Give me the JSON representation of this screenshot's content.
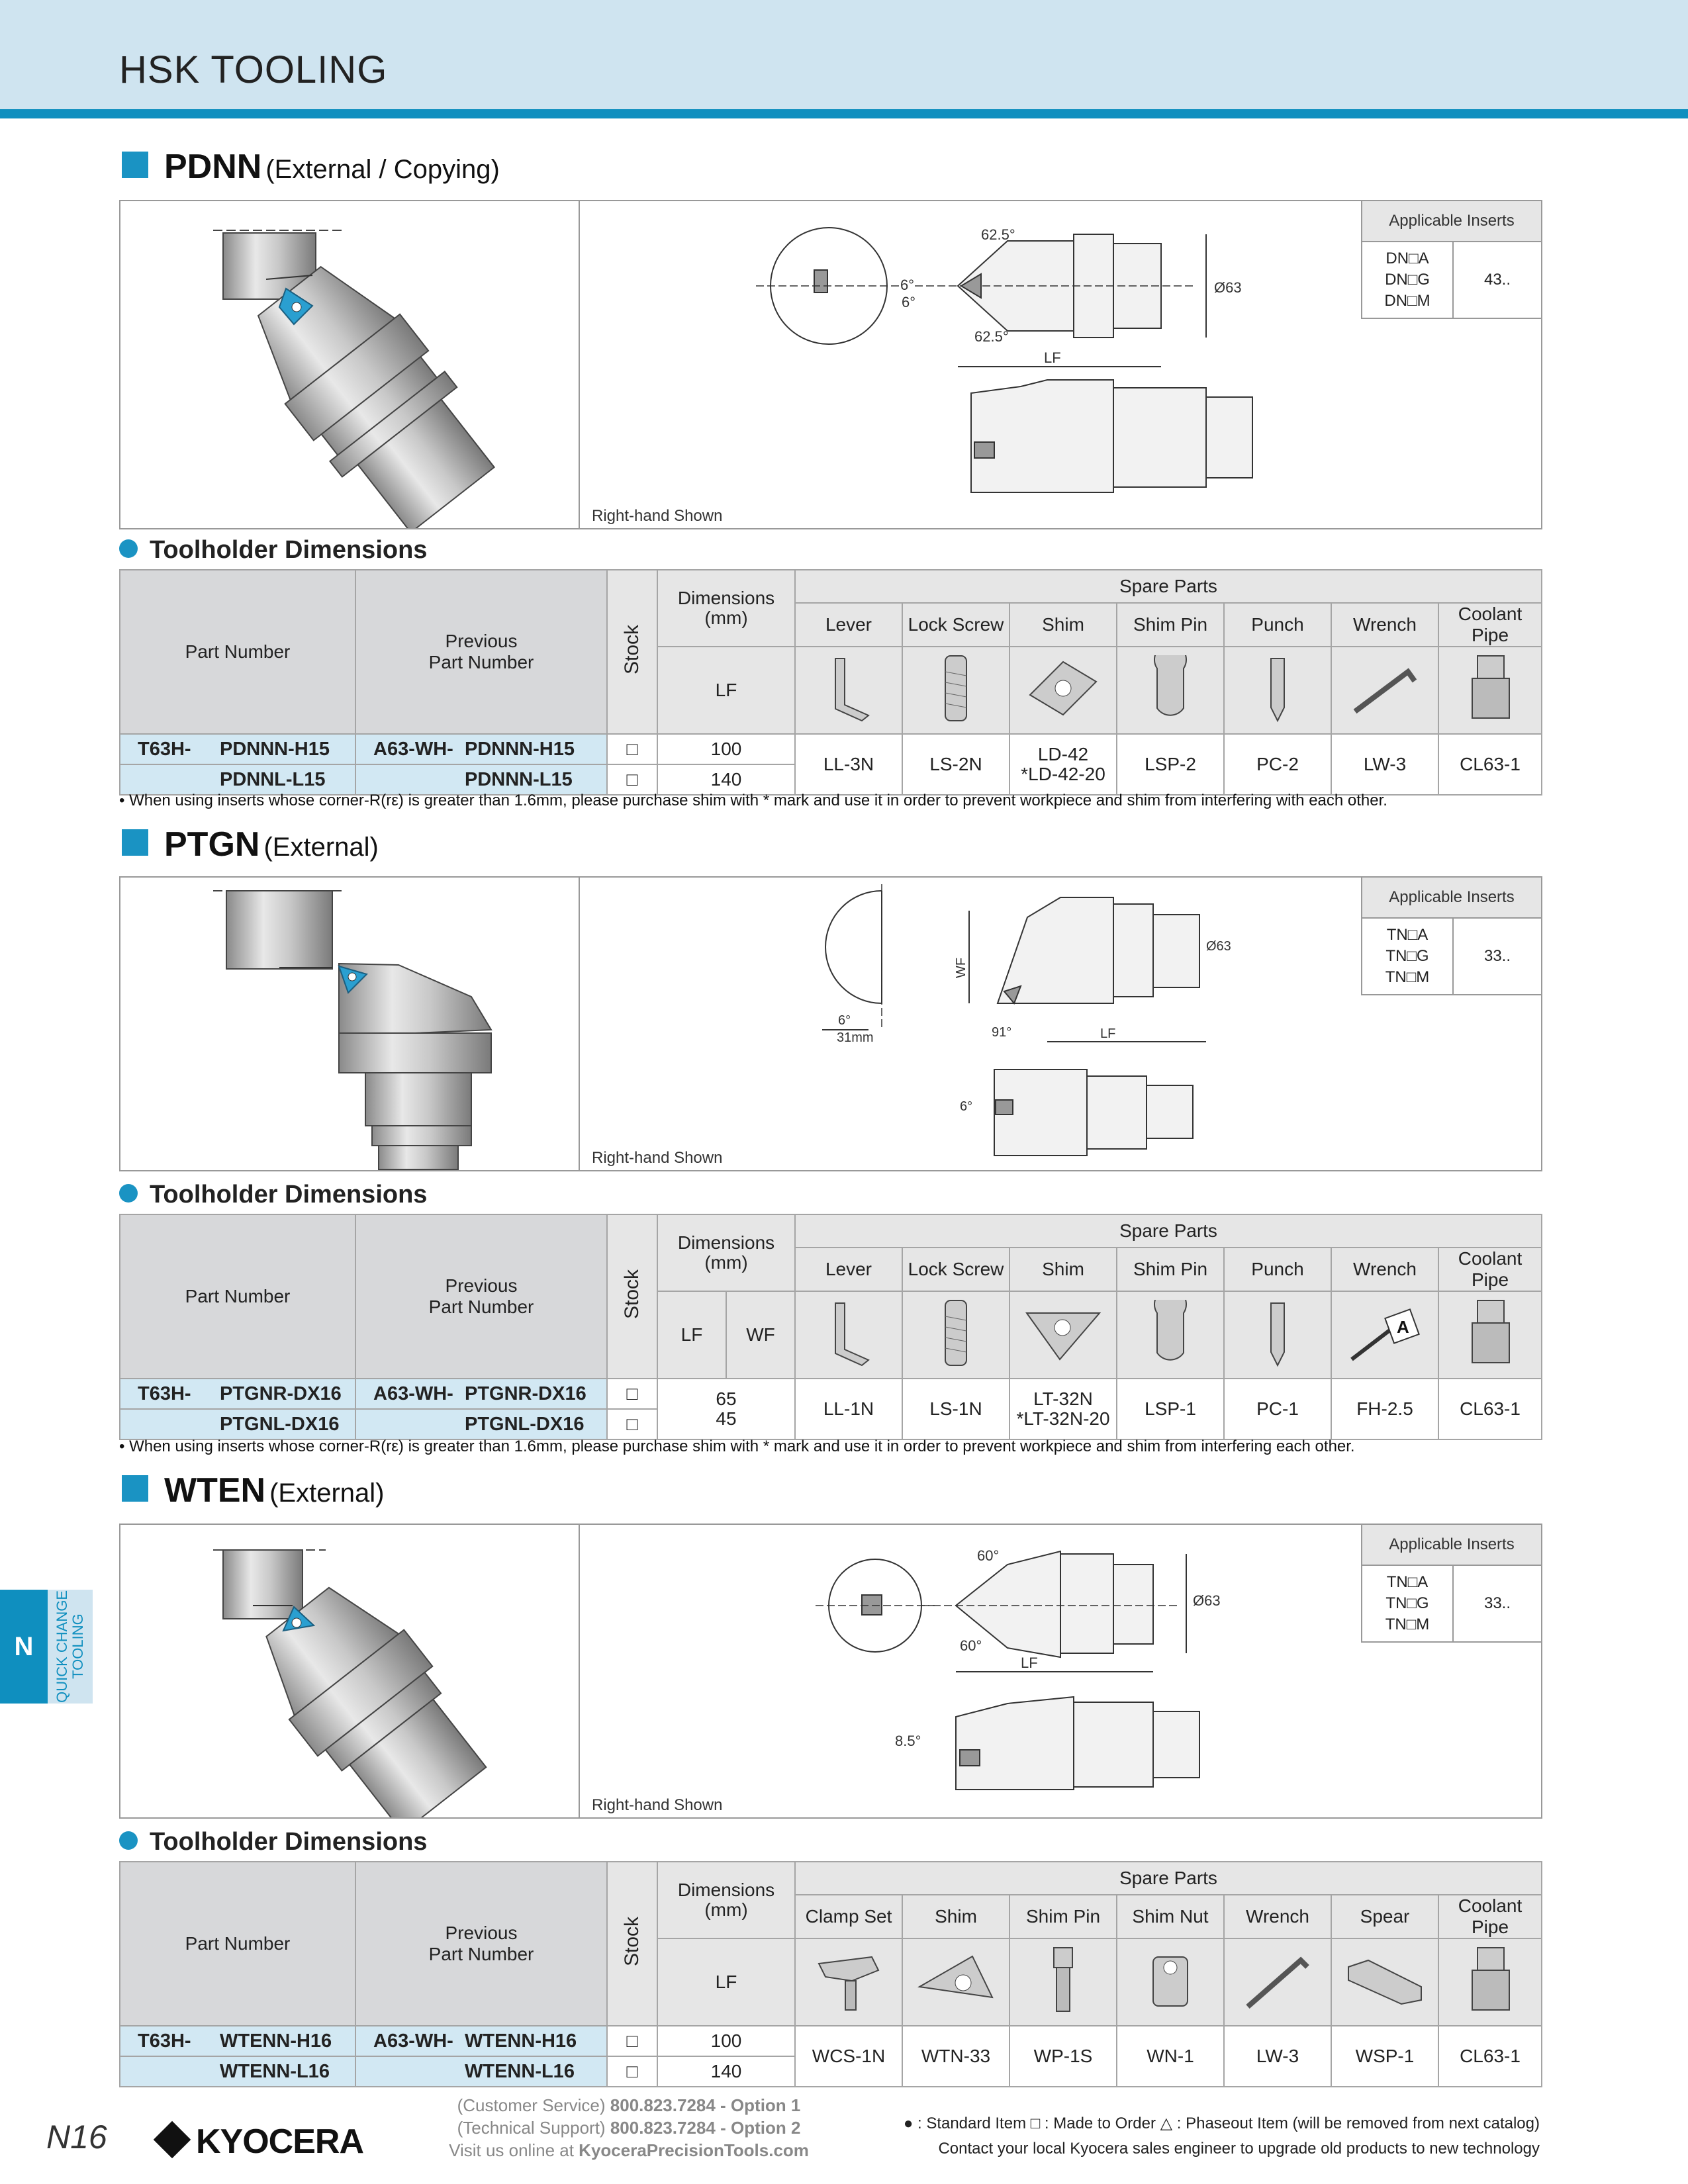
{
  "header": {
    "title": "HSK TOOLING"
  },
  "side_tab": {
    "letter": "N",
    "label_line1": "QUICK CHANGE",
    "label_line2": "TOOLING"
  },
  "common": {
    "right_hand_shown": "Right-hand Shown",
    "toolholder_dimensions": "Toolholder Dimensions",
    "applicable_inserts": "Applicable Inserts",
    "part_number": "Part Number",
    "previous_line1": "Previous",
    "previous_line2": "Part Number",
    "stock": "Stock",
    "dimensions_line1": "Dimensions",
    "dimensions_line2": "(mm)",
    "spare_parts": "Spare Parts",
    "made_to_order_mark": "□"
  },
  "sections": [
    {
      "code": "PDNN",
      "subtitle": "(External / Copying)",
      "inserts": {
        "codes": [
          "DN□A",
          "DN□G",
          "DN□M"
        ],
        "value": "43.."
      },
      "drawing_labels": {
        "angle_top": "62.5°",
        "angle_bottom": "62.5°",
        "angle_side1": "6°",
        "angle_side2": "6°",
        "dia": "Ø63",
        "lf": "LF"
      },
      "dim_cols": [
        "LF"
      ],
      "spare_cols": [
        "Lever",
        "Lock Screw",
        "Shim",
        "Shim Pin",
        "Punch",
        "Wrench",
        "Coolant Pipe"
      ],
      "rows": [
        {
          "prefix": "T63H-",
          "part": "PDNNN-H15",
          "prev_prefix": "A63-WH-",
          "prev": "PDNNN-H15",
          "dims": [
            "100"
          ]
        },
        {
          "prefix": "",
          "part": "PDNNL-L15",
          "prev_prefix": "",
          "prev": "PDNNN-L15",
          "dims": [
            "140"
          ]
        }
      ],
      "spare": {
        "c0": "LL-3N",
        "c1": "LS-2N",
        "c2a": "LD-42",
        "c2b": "*LD-42-20",
        "c3": "LSP-2",
        "c4": "PC-2",
        "c5": "LW-3",
        "c6": "CL63-1"
      },
      "note": "• When using inserts whose corner-R(rε) is greater than 1.6mm, please purchase shim with * mark and use it in order to prevent workpiece and shim from interfering with each other."
    },
    {
      "code": "PTGN",
      "subtitle": "(External)",
      "inserts": {
        "codes": [
          "TN□A",
          "TN□G",
          "TN□M"
        ],
        "value": "33.."
      },
      "drawing_labels": {
        "angle_a": "6°",
        "width": "31mm",
        "wf": "WF",
        "angle_b": "91°",
        "dia": "Ø63",
        "lf": "LF",
        "angle_c": "6°"
      },
      "dim_cols": [
        "LF",
        "WF"
      ],
      "spare_cols": [
        "Lever",
        "Lock Screw",
        "Shim",
        "Shim Pin",
        "Punch",
        "Wrench",
        "Coolant Pipe"
      ],
      "rows": [
        {
          "prefix": "T63H-",
          "part": "PTGNR-DX16",
          "prev_prefix": "A63-WH-",
          "prev": "PTGNR-DX16"
        },
        {
          "prefix": "",
          "part": "PTGNL-DX16",
          "prev_prefix": "",
          "prev": "PTGNL-DX16"
        }
      ],
      "dims_merged": {
        "lf": "65",
        "wf": "45"
      },
      "spare": {
        "c0": "LL-1N",
        "c1": "LS-1N",
        "c2a": "LT-32N",
        "c2b": "*LT-32N-20",
        "c3": "LSP-1",
        "c4": "PC-1",
        "c5": "FH-2.5",
        "c6": "CL63-1"
      },
      "wrench_letter": "A",
      "note": "• When using inserts whose corner-R(rε) is greater than 1.6mm, please purchase shim with * mark and use it in order to prevent workpiece and shim from interfering each other."
    },
    {
      "code": "WTEN",
      "subtitle": "(External)",
      "inserts": {
        "codes": [
          "TN□A",
          "TN□G",
          "TN□M"
        ],
        "value": "33.."
      },
      "drawing_labels": {
        "angle_top": "60°",
        "angle_bottom": "60°",
        "dia": "Ø63",
        "lf": "LF",
        "angle_side": "8.5°"
      },
      "dim_cols": [
        "LF"
      ],
      "spare_cols": [
        "Clamp Set",
        "Shim",
        "Shim Pin",
        "Shim Nut",
        "Wrench",
        "Spear",
        "Coolant Pipe"
      ],
      "rows": [
        {
          "prefix": "T63H-",
          "part": "WTENN-H16",
          "prev_prefix": "A63-WH-",
          "prev": "WTENN-H16",
          "dims": [
            "100"
          ]
        },
        {
          "prefix": "",
          "part": "WTENN-L16",
          "prev_prefix": "",
          "prev": "WTENN-L16",
          "dims": [
            "140"
          ]
        }
      ],
      "spare": {
        "c0": "WCS-1N",
        "c1": "WTN-33",
        "c2": "WP-1S",
        "c3": "WN-1",
        "c4": "LW-3",
        "c5": "WSP-1",
        "c6": "CL63-1"
      }
    }
  ],
  "footer": {
    "page": "N16",
    "brand": "KYOCERA",
    "cs_label": "(Customer Service)",
    "cs_number": "800.823.7284 - Option 1",
    "ts_label": "(Technical Support)",
    "ts_number": "800.823.7284 - Option 2",
    "visit_label": "Visit us online at",
    "website": "KyoceraPrecisionTools.com",
    "legend": "● : Standard Item  □ : Made to Order  △ : Phaseout Item (will be removed from next catalog)",
    "legend2": "Contact your local Kyocera sales engineer to upgrade old products to new technology"
  }
}
